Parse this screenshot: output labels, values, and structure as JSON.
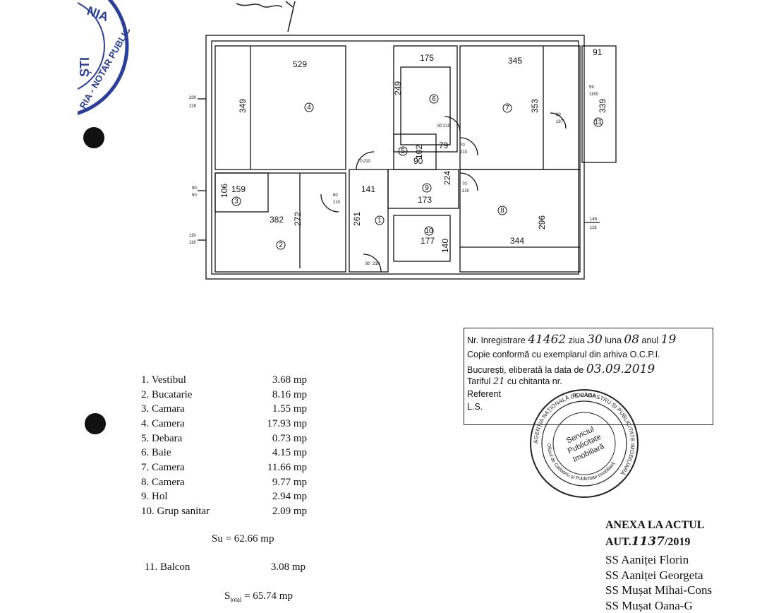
{
  "top_seal": {
    "text_top": "NIA",
    "text_mid": "ȘTI",
    "text_bottom": "RIA - NOTAR PUBLIC"
  },
  "plan": {
    "dims": [
      "529",
      "349",
      "175",
      "249",
      "345",
      "353",
      "91",
      "339",
      "102",
      "90",
      "79",
      "224",
      "141",
      "159",
      "106",
      "382",
      "272",
      "261",
      "173",
      "177",
      "140",
      "344",
      "296"
    ],
    "room_numbers": [
      "1",
      "2",
      "3",
      "4",
      "5",
      "6",
      "7",
      "8",
      "9",
      "10",
      "11"
    ],
    "small_labels": [
      "200",
      "229",
      "90",
      "50",
      "116",
      "116",
      "70",
      "210",
      "60",
      "210",
      "80",
      "210",
      "90",
      "210",
      "70",
      "210",
      "70",
      "210",
      "80",
      "197",
      "59",
      "1150",
      "149",
      "118"
    ]
  },
  "rooms": [
    {
      "name": "1. Vestibul",
      "area": "3.68 mp"
    },
    {
      "name": "2. Bucatarie",
      "area": "8.16 mp"
    },
    {
      "name": "3. Camara",
      "area": "1.55 mp"
    },
    {
      "name": "4. Camera",
      "area": "17.93 mp"
    },
    {
      "name": "5. Debara",
      "area": "0.73 mp"
    },
    {
      "name": "6. Baie",
      "area": "4.15 mp"
    },
    {
      "name": "7. Camera",
      "area": "11.66 mp"
    },
    {
      "name": "8. Camera",
      "area": "9.77 mp"
    },
    {
      "name": "9. Hol",
      "area": "2.94 mp"
    },
    {
      "name": "10. Grup sanitar",
      "area": "2.09 mp"
    }
  ],
  "su": {
    "label": "Su",
    "value": "= 62.66 mp"
  },
  "balcon": {
    "name": "11. Balcon",
    "area": "3.08 mp"
  },
  "stotal": {
    "label": "S",
    "sub": "total",
    "value": "= 65.74 mp"
  },
  "stamp": {
    "line1_pre": "Nr. Inregistrare",
    "line1_num": "41462",
    "line1_ziua": "ziua",
    "line1_day": "30",
    "line1_luna": "luna",
    "line1_month": "08",
    "line1_anul": "anul",
    "line1_year": "19",
    "line2": "Copie conformă cu exemplarul din arhiva O.C.P.I.",
    "line3_pre": "București, eliberată la data de",
    "line3_date": "03.09.2019",
    "line4_pre": "Tariful",
    "line4_val": "21",
    "line4_post": "cu chitanta nr.",
    "line5": "Referent",
    "line6": "L.S."
  },
  "ocpi_seal": {
    "center1": "Serviciul",
    "center2": "Publicitate",
    "center3": "Imobiliară",
    "ring": "AGENȚIA NAȚIONALĂ DE CADASTRU ȘI PUBLICITATE IMOBILIARĂ",
    "inner_ring": "Oficiul de Cadastru și Publicitate Imobiliară",
    "top": "ROMÂNIA"
  },
  "anexa": {
    "title": "ANEXA LA ACTUL",
    "aut_label": "AUT.",
    "aut_num": "1137",
    "aut_year": "/2019"
  },
  "names": [
    "SS Aaniței Florin",
    "SS Aaniței Georgeta",
    "SS Mușat Mihai-Cons",
    "SS Mușat Oana-G"
  ]
}
